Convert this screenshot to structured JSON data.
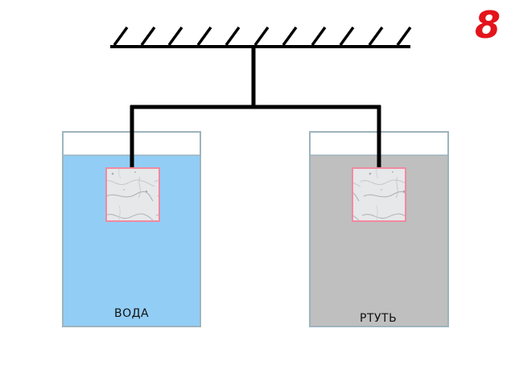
{
  "slide_number": "8",
  "liquids": [
    {
      "id": "water",
      "label": "ВОДА",
      "color": "#92cdf5"
    },
    {
      "id": "mercury",
      "label": "РТУТЬ",
      "color": "#bfbfbf"
    }
  ],
  "colors": {
    "rod": "#000000",
    "vessel_border": "#9db4bd",
    "block_border": "#f08aa0",
    "marble": "#e6e8ea",
    "slide_number": "#e3141b"
  },
  "icons": [
    "ceiling-mount-icon",
    "balance-beam-icon",
    "marble-block-icon"
  ]
}
